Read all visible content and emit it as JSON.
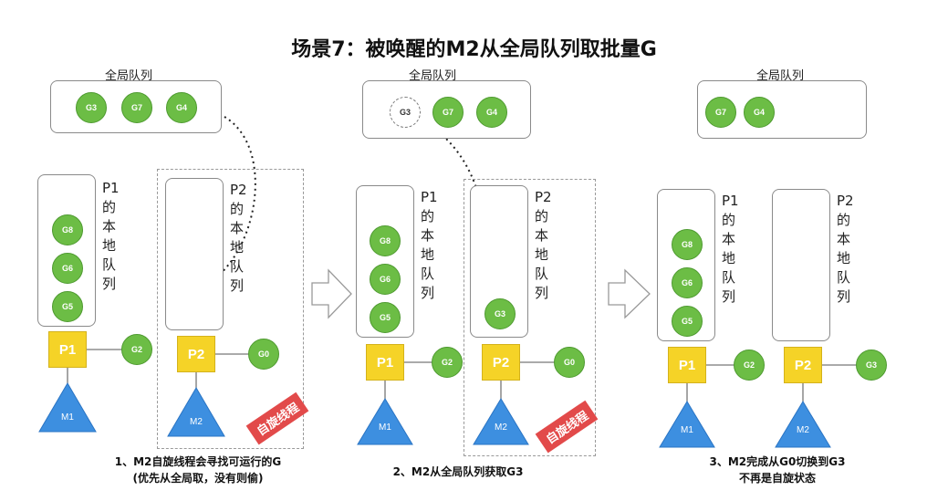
{
  "title": "场景7：被唤醒的M2从全局队列取批量G",
  "global_queue_label": "全局队列",
  "vertical_text_p1": "P1\n的\n本\n地\n队\n列",
  "vertical_text_p2": "P2\n的\n本\n地\n队\n列",
  "spinning_badge": "自旋线程",
  "colors": {
    "goroutine": "#6cbd45",
    "processor": "#f5d327",
    "machine": "#3d8fe0",
    "badge": "#e24a4a"
  },
  "panels": [
    {
      "global_queue": [
        "G3",
        "G7",
        "G4"
      ],
      "p1_local": [
        "G8",
        "G6",
        "G5"
      ],
      "p2_local": [],
      "p1": {
        "label": "P1",
        "running": "G2",
        "m": "M1"
      },
      "p2": {
        "label": "P2",
        "running": "G0",
        "m": "M2"
      },
      "caption_lines": [
        "1、M2自旋线程会寻找可运行的G",
        "(优先从全局取，没有则偷)"
      ]
    },
    {
      "global_queue": [
        "G3",
        "G7",
        "G4"
      ],
      "p1_local": [
        "G8",
        "G6",
        "G5"
      ],
      "p2_local": [
        "G3"
      ],
      "p1": {
        "label": "P1",
        "running": "G2",
        "m": "M1"
      },
      "p2": {
        "label": "P2",
        "running": "G0",
        "m": "M2"
      },
      "caption_lines": [
        "2、M2从全局队列获取G3"
      ]
    },
    {
      "global_queue": [
        "G7",
        "G4"
      ],
      "p1_local": [
        "G8",
        "G6",
        "G5"
      ],
      "p2_local": [],
      "p1": {
        "label": "P1",
        "running": "G2",
        "m": "M1"
      },
      "p2": {
        "label": "P2",
        "running": "G3",
        "m": "M2"
      },
      "caption_lines": [
        "3、M2完成从G0切换到G3",
        "不再是自旋状态"
      ]
    }
  ]
}
